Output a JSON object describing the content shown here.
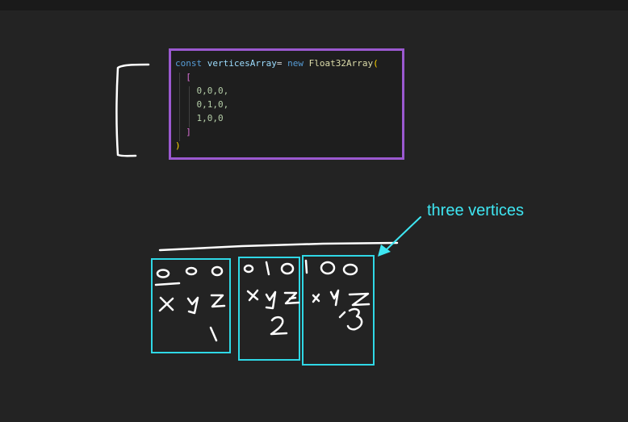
{
  "code": {
    "line1": {
      "keyword": "const",
      "name": "verticesArray",
      "assign": "=",
      "new_kw": "new",
      "ctor": "Float32Array",
      "open": "("
    },
    "open_bracket": "[",
    "rows": [
      "0,0,0,",
      "0,1,0,",
      "1,0,0"
    ],
    "close_bracket": "]",
    "close_paren": ")"
  },
  "annotation": "three vertices",
  "colors": {
    "frame": "#9b59d0",
    "annotation": "#3ee6f2",
    "ink": "#ffffff",
    "background": "#232323"
  }
}
